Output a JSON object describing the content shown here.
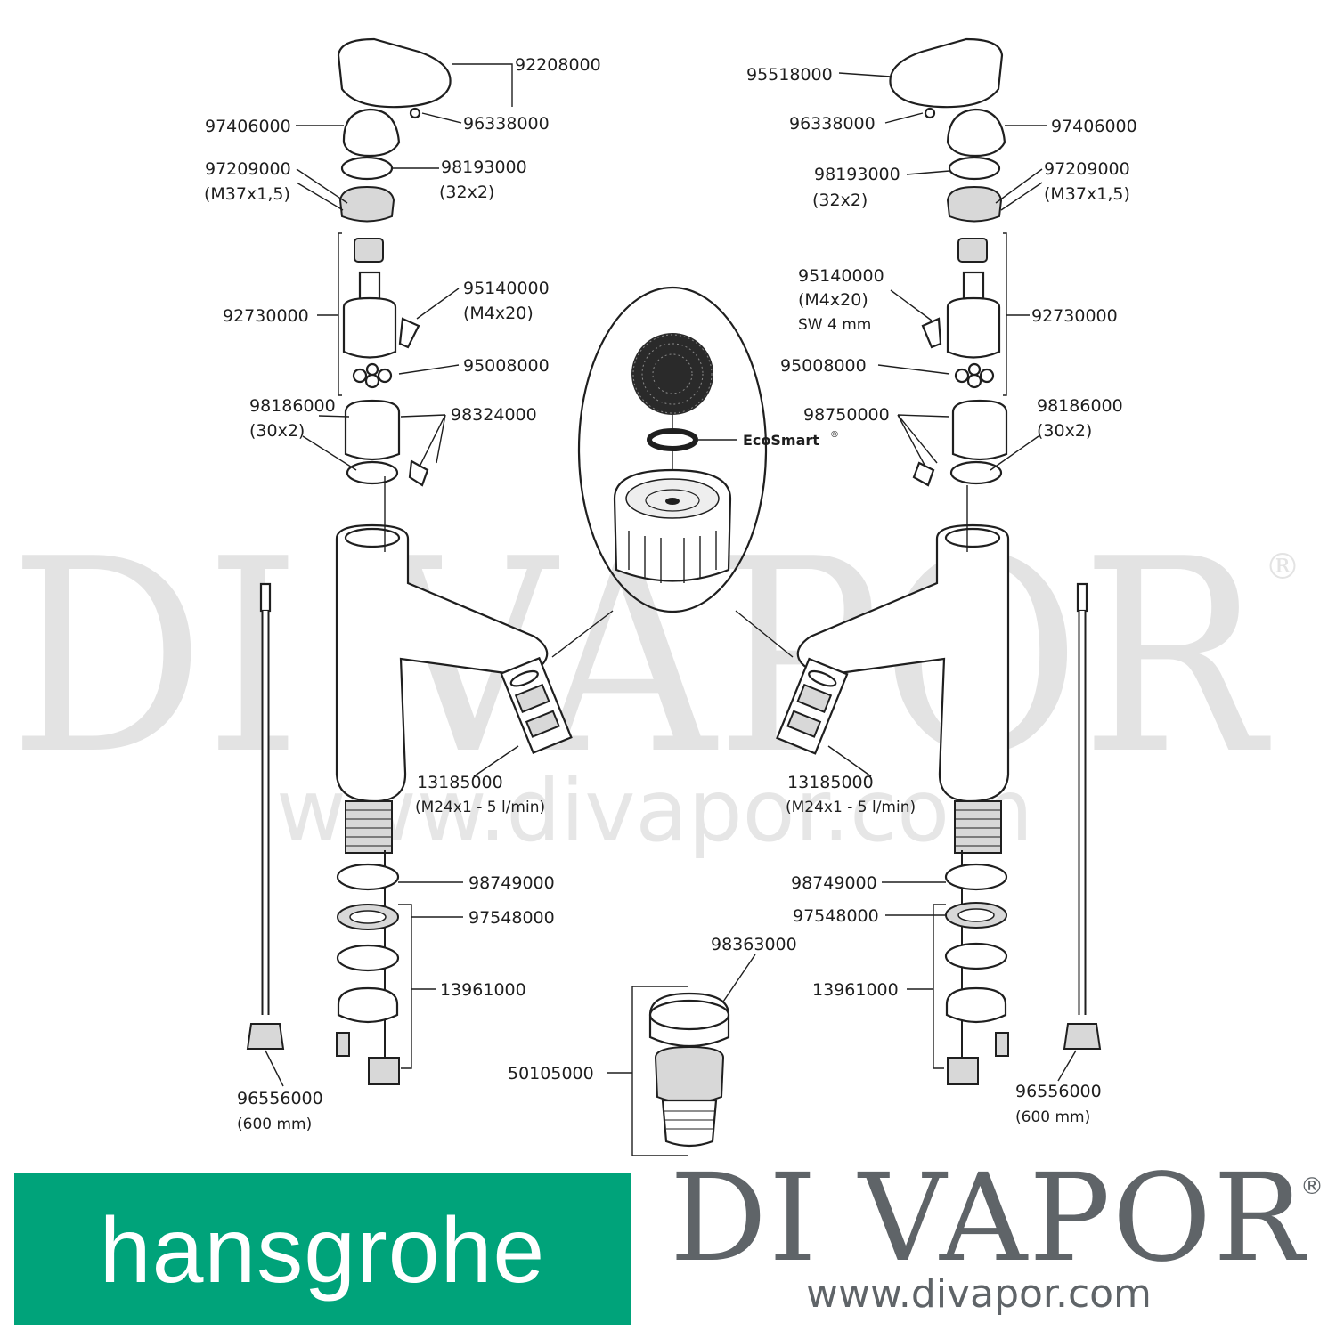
{
  "watermark": {
    "brand": "DI VAPOR",
    "registered": "®",
    "url": "www.divapor.com"
  },
  "left_assembly": {
    "labels": [
      {
        "id": "handle",
        "text": "92208000"
      },
      {
        "id": "grub",
        "text": "96338000"
      },
      {
        "id": "cap",
        "text": "97406000"
      },
      {
        "id": "nut",
        "text": "97209000"
      },
      {
        "id": "nut_size",
        "text": "(M37x1,5)"
      },
      {
        "id": "oring",
        "text": "98193000"
      },
      {
        "id": "oring_size",
        "text": "(32x2)"
      },
      {
        "id": "cartridge",
        "text": "95140000"
      },
      {
        "id": "screw_size",
        "text": "(M4x20)"
      },
      {
        "id": "cartridge_set",
        "text": "92730000"
      },
      {
        "id": "seals",
        "text": "95008000"
      },
      {
        "id": "oring2",
        "text": "98186000"
      },
      {
        "id": "oring2_size",
        "text": "(30x2)"
      },
      {
        "id": "valve",
        "text": "98324000"
      },
      {
        "id": "aerator",
        "text": "13185000"
      },
      {
        "id": "aerator_size",
        "text": "(M24x1 - 5 l/min)"
      },
      {
        "id": "washer1",
        "text": "98749000"
      },
      {
        "id": "washer2",
        "text": "97548000"
      },
      {
        "id": "fixing",
        "text": "13961000"
      },
      {
        "id": "hose",
        "text": "96556000"
      },
      {
        "id": "hose_size",
        "text": "(600 mm)"
      }
    ]
  },
  "right_assembly": {
    "labels": [
      {
        "id": "handle",
        "text": "95518000"
      },
      {
        "id": "grub",
        "text": "96338000"
      },
      {
        "id": "cap",
        "text": "97406000"
      },
      {
        "id": "oring",
        "text": "98193000"
      },
      {
        "id": "oring_size",
        "text": "(32x2)"
      },
      {
        "id": "nut",
        "text": "97209000"
      },
      {
        "id": "nut_size",
        "text": "(M37x1,5)"
      },
      {
        "id": "screw",
        "text": "95140000"
      },
      {
        "id": "screw_size",
        "text": "(M4x20)"
      },
      {
        "id": "screw_tool",
        "text": "SW 4 mm"
      },
      {
        "id": "cartridge_set",
        "text": "92730000"
      },
      {
        "id": "seals",
        "text": "95008000"
      },
      {
        "id": "valve",
        "text": "98750000"
      },
      {
        "id": "oring2",
        "text": "98186000"
      },
      {
        "id": "oring2_size",
        "text": "(30x2)"
      },
      {
        "id": "aerator",
        "text": "13185000"
      },
      {
        "id": "aerator_size",
        "text": "(M24x1 - 5 l/min)"
      },
      {
        "id": "washer1",
        "text": "98749000"
      },
      {
        "id": "washer2",
        "text": "97548000"
      },
      {
        "id": "fixing",
        "text": "13961000"
      },
      {
        "id": "hose",
        "text": "96556000"
      },
      {
        "id": "hose_size",
        "text": "(600 mm)"
      }
    ]
  },
  "center": {
    "ecosmart": "EcoSmart",
    "ecosmart_mark": "®",
    "waste_cap": "98363000",
    "waste": "50105000"
  },
  "logos": {
    "hansgrohe": "hansgrohe",
    "divapor": "DI VAPOR",
    "divapor_reg": "®",
    "divapor_url": "www.divapor.com"
  }
}
